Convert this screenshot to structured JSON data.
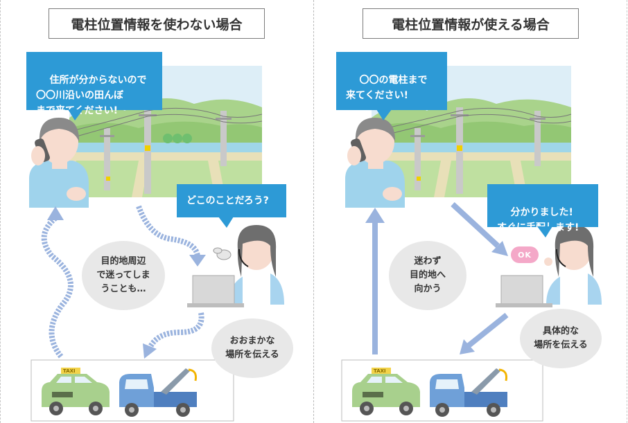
{
  "panels": {
    "left": {
      "title": "電柱位置情報を使わない場合",
      "caller_bubble": "住所が分からないので\n〇〇川沿いの田んぼ\nまで来てください!",
      "operator_bubble": "どこのことだろう?",
      "confusion_bubble": "目的地周辺\nで迷ってしま\nうことも…",
      "vague_bubble": "おおまかな\n場所を伝える"
    },
    "right": {
      "title": "電柱位置情報が使える場合",
      "caller_bubble": "〇〇の電柱まで\n来てください!",
      "operator_bubble": "分かりました!\nすぐに手配します!",
      "direct_bubble": "迷わず\n目的地へ\n向かう",
      "specific_bubble": "具体的な\n場所を伝える",
      "ok_badge": "OK"
    },
    "taxi_sign": "TAXI"
  },
  "colors": {
    "bubble_blue": "#2d9ad6",
    "bubble_gray": "#e8e8e8",
    "arrow_blue": "#9ab3de",
    "sky": "#ddeef7",
    "field": "#bfe0a0",
    "taxi_green": "#a8d08d",
    "truck_blue": "#6fa0d8"
  }
}
